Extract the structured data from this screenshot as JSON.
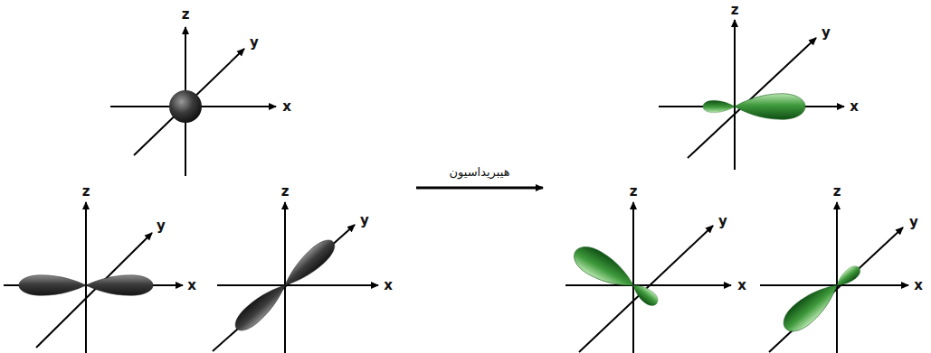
{
  "diagram": {
    "labels": [
      "z",
      "y",
      "x",
      "z",
      "y",
      "x",
      "هیبریداسیون",
      "z",
      "y",
      "x",
      "z",
      "y",
      "x",
      "z",
      "y",
      "x",
      "z",
      "y",
      "x"
    ]
  }
}
